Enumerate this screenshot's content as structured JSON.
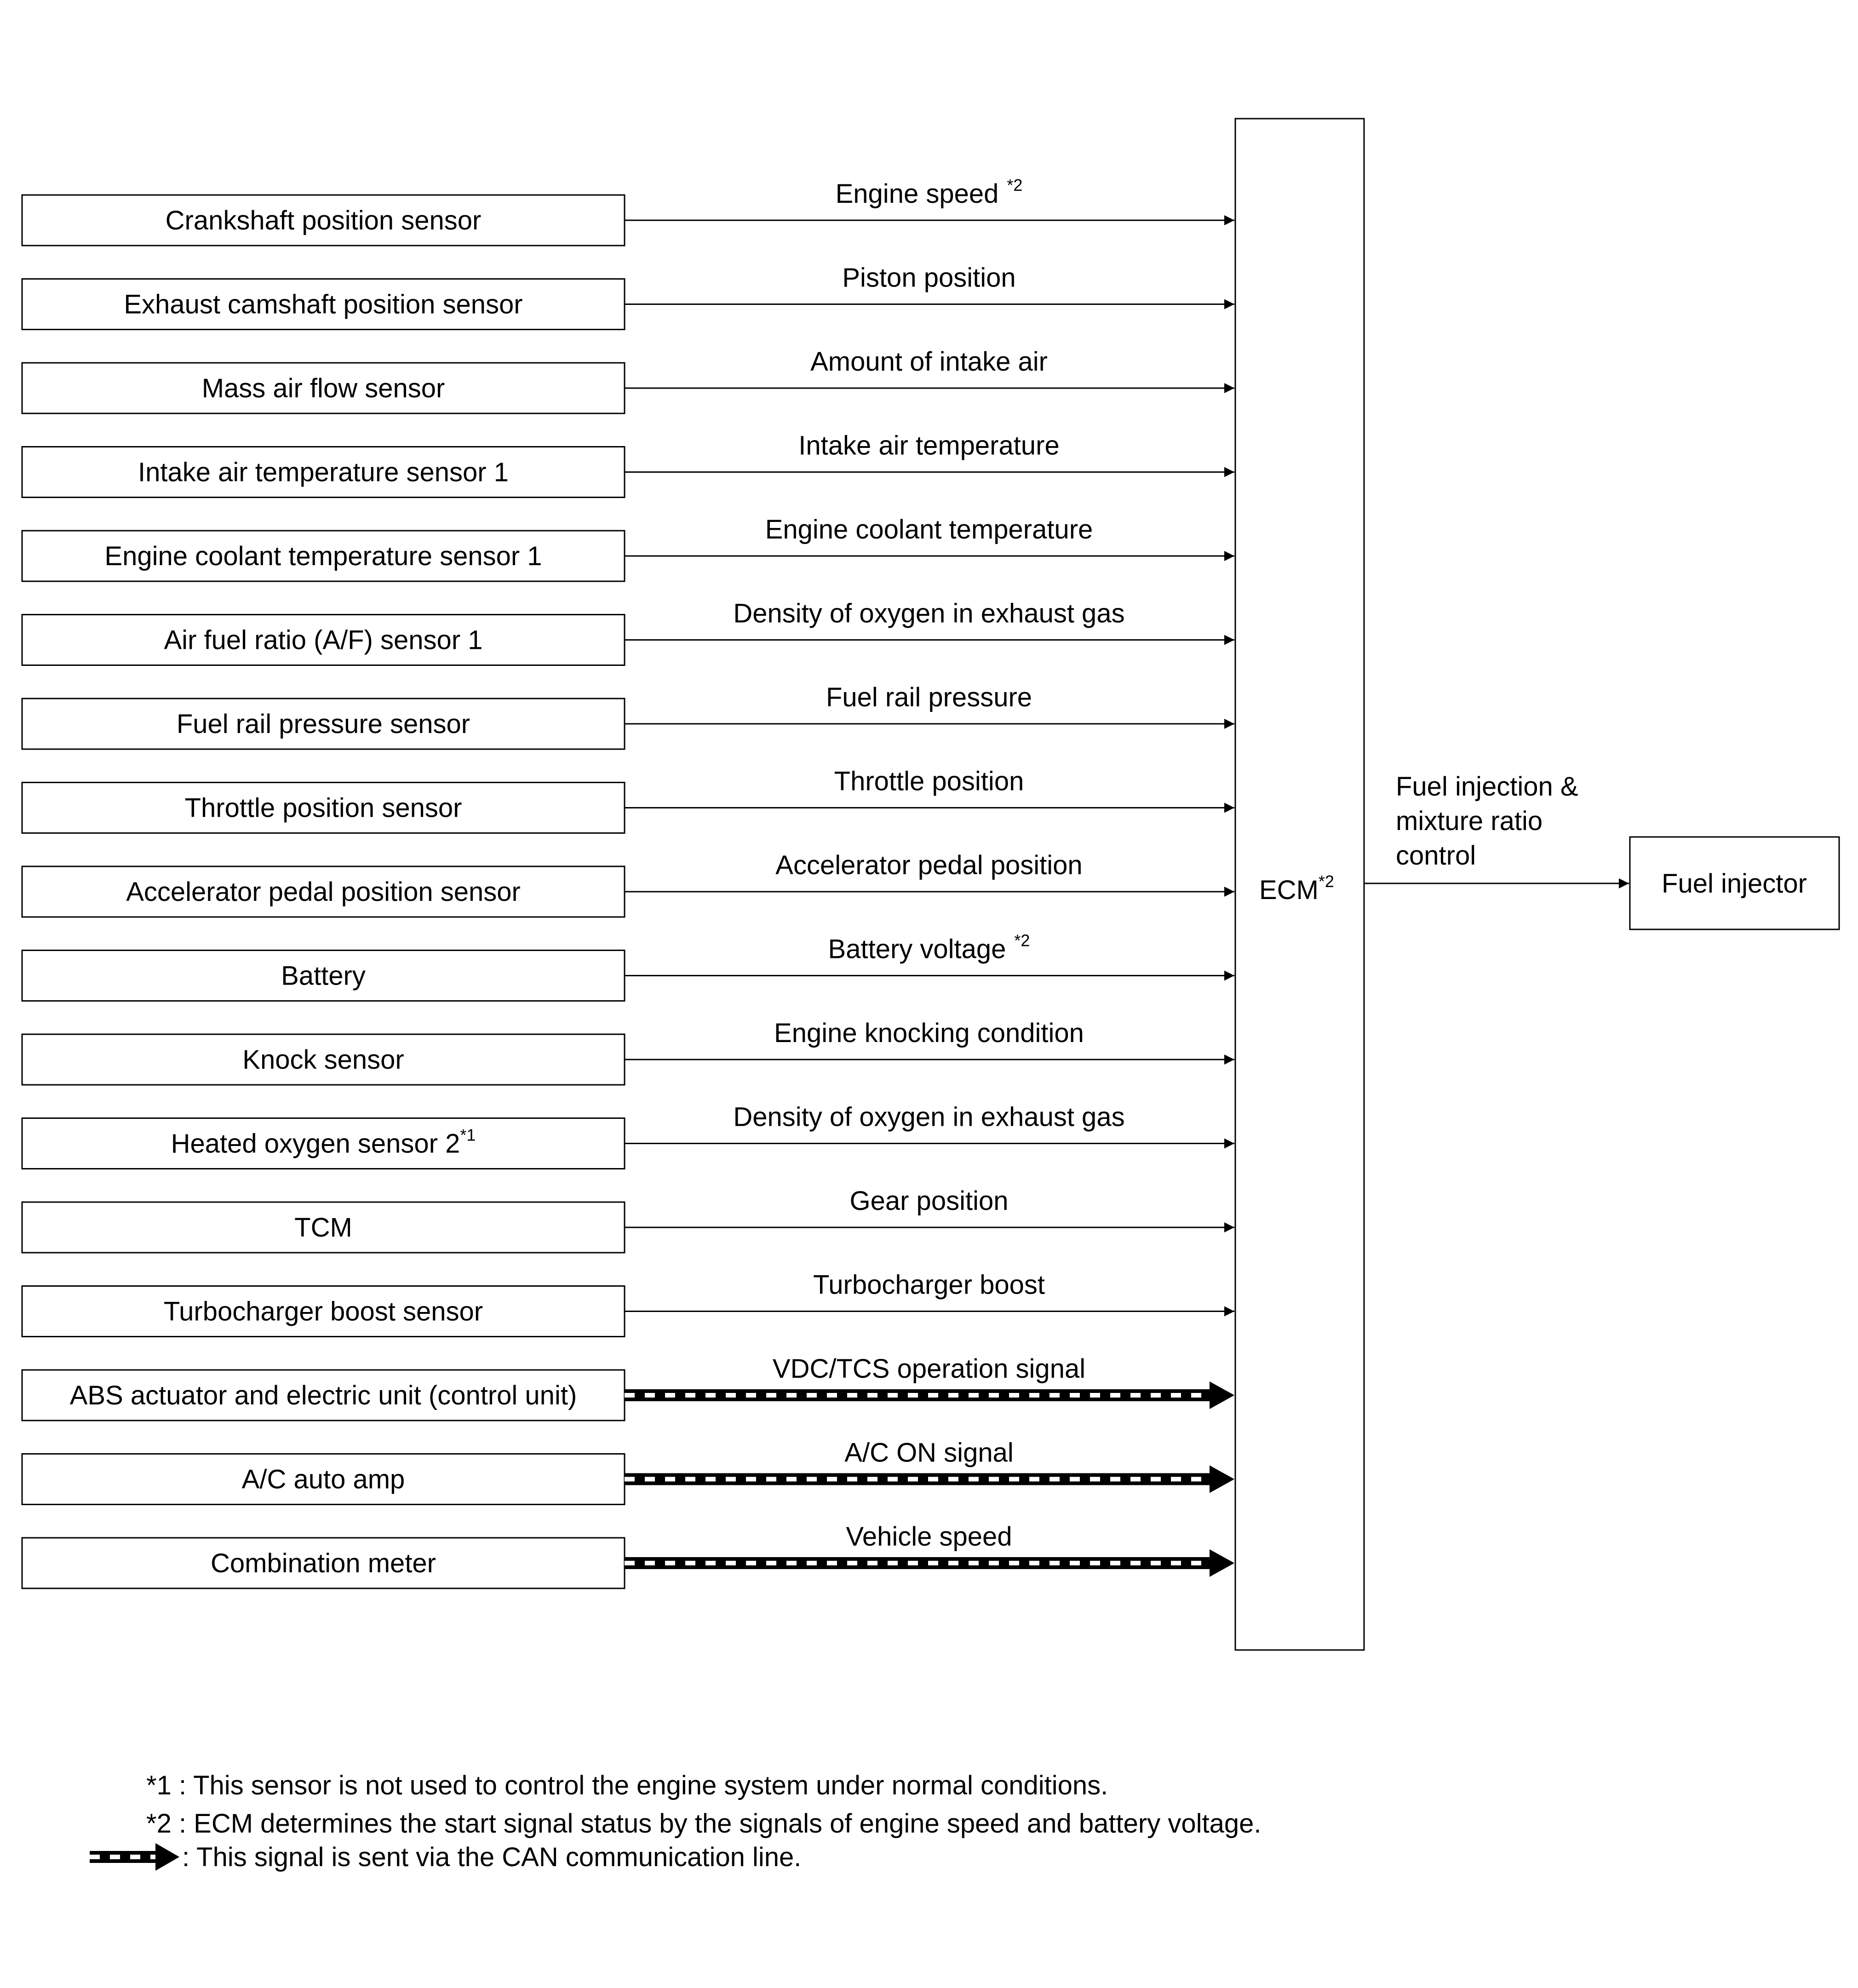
{
  "colors": {
    "line": "#000000",
    "background": "#ffffff"
  },
  "sensors": [
    {
      "label": "Crankshaft position sensor",
      "sup": "",
      "signal": "Engine speed",
      "signal_sup": "*2",
      "can": false
    },
    {
      "label": "Exhaust camshaft position sensor",
      "sup": "",
      "signal": "Piston position",
      "signal_sup": "",
      "can": false
    },
    {
      "label": "Mass air flow sensor",
      "sup": "",
      "signal": "Amount of intake air",
      "signal_sup": "",
      "can": false
    },
    {
      "label": "Intake air temperature sensor 1",
      "sup": "",
      "signal": "Intake air temperature",
      "signal_sup": "",
      "can": false
    },
    {
      "label": "Engine coolant temperature sensor 1",
      "sup": "",
      "signal": "Engine coolant temperature",
      "signal_sup": "",
      "can": false
    },
    {
      "label": "Air fuel ratio (A/F) sensor 1",
      "sup": "",
      "signal": "Density of oxygen in exhaust gas",
      "signal_sup": "",
      "can": false
    },
    {
      "label": "Fuel rail pressure sensor",
      "sup": "",
      "signal": "Fuel rail pressure",
      "signal_sup": "",
      "can": false
    },
    {
      "label": "Throttle position sensor",
      "sup": "",
      "signal": "Throttle position",
      "signal_sup": "",
      "can": false
    },
    {
      "label": "Accelerator pedal position sensor",
      "sup": "",
      "signal": "Accelerator pedal position",
      "signal_sup": "",
      "can": false
    },
    {
      "label": "Battery",
      "sup": "",
      "signal": "Battery voltage",
      "signal_sup": "*2",
      "can": false
    },
    {
      "label": "Knock sensor",
      "sup": "",
      "signal": "Engine knocking condition",
      "signal_sup": "",
      "can": false
    },
    {
      "label": "Heated oxygen sensor 2",
      "sup": "*1",
      "signal": "Density of oxygen in exhaust gas",
      "signal_sup": "",
      "can": false
    },
    {
      "label": "TCM",
      "sup": "",
      "signal": "Gear position",
      "signal_sup": "",
      "can": false
    },
    {
      "label": "Turbocharger boost sensor",
      "sup": "",
      "signal": "Turbocharger boost",
      "signal_sup": "",
      "can": false
    },
    {
      "label": "ABS actuator and electric unit (control unit)",
      "sup": "",
      "signal": "VDC/TCS operation signal",
      "signal_sup": "",
      "can": true
    },
    {
      "label": "A/C auto amp",
      "sup": "",
      "signal": "A/C ON signal",
      "signal_sup": "",
      "can": true
    },
    {
      "label": "Combination meter",
      "sup": "",
      "signal": "Vehicle speed",
      "signal_sup": "",
      "can": true
    }
  ],
  "ecm": {
    "label": "ECM",
    "sup": "*2"
  },
  "output": {
    "signal_lines": [
      "Fuel injection &",
      "mixture ratio",
      "control"
    ],
    "device": "Fuel injector"
  },
  "footnotes": [
    "*1 : This sensor is not used to control the engine system under normal conditions.",
    "*2 : ECM determines the start signal status by the signals of engine speed and battery voltage."
  ],
  "legend": {
    "can_text": ": This signal is sent via the CAN communication line."
  }
}
